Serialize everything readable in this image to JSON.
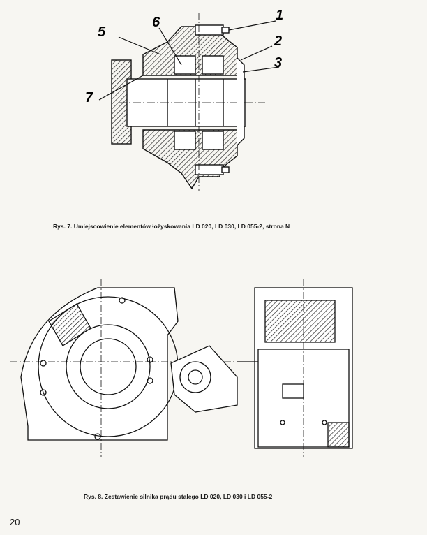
{
  "figures": [
    {
      "caption": "Rys. 7. Umiejscowienie elementów łożyskowania LD 020, LD 030, LD 055-2, strona N",
      "callouts": [
        "1",
        "2",
        "3",
        "5",
        "6",
        "7"
      ]
    },
    {
      "caption": "Rys. 8. Zestawienie silnika prądu stałego LD 020, LD 030 i LD 055-2"
    }
  ],
  "page_number": "20"
}
